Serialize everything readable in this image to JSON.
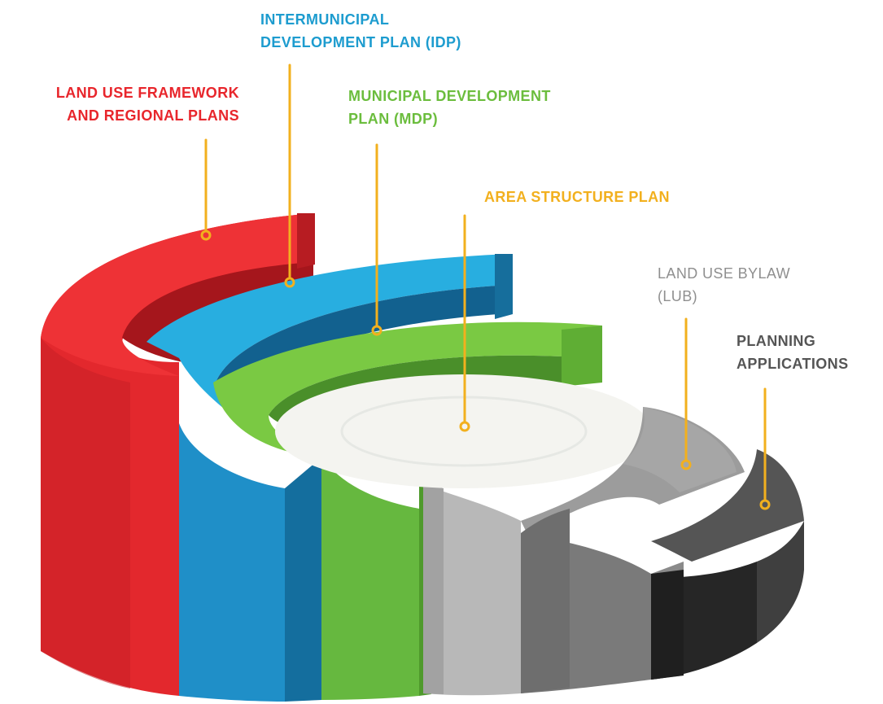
{
  "colors": {
    "leader": "#f2b01e",
    "red": "#e8262c",
    "blue": "#1d9ccf",
    "green": "#6bbd3d",
    "white": "#f3f3ef",
    "light_gray": "#aaaaaa",
    "dark_gray": "#4a4a4a",
    "lub_text": "#8f8f8f",
    "planning_text": "#555555"
  },
  "tiers": [
    {
      "key": "land_use_framework",
      "lines": [
        "LAND USE FRAMEWORK",
        "AND REGIONAL PLANS"
      ],
      "color": "#e8262c"
    },
    {
      "key": "idp",
      "lines": [
        "INTERMUNICIPAL",
        "DEVELOPMENT PLAN (IDP)"
      ],
      "color": "#1d9ccf"
    },
    {
      "key": "mdp",
      "lines": [
        "MUNICIPAL DEVELOPMENT",
        "PLAN (MDP)"
      ],
      "color": "#6bbd3d"
    },
    {
      "key": "asp",
      "lines": [
        "AREA STRUCTURE PLAN"
      ],
      "color": "#f2b01e"
    },
    {
      "key": "lub",
      "lines": [
        "LAND USE BYLAW",
        "(LUB)"
      ],
      "color": "#8f8f8f"
    },
    {
      "key": "planning",
      "lines": [
        "PLANNING",
        "APPLICATIONS"
      ],
      "color": "#555555"
    }
  ]
}
